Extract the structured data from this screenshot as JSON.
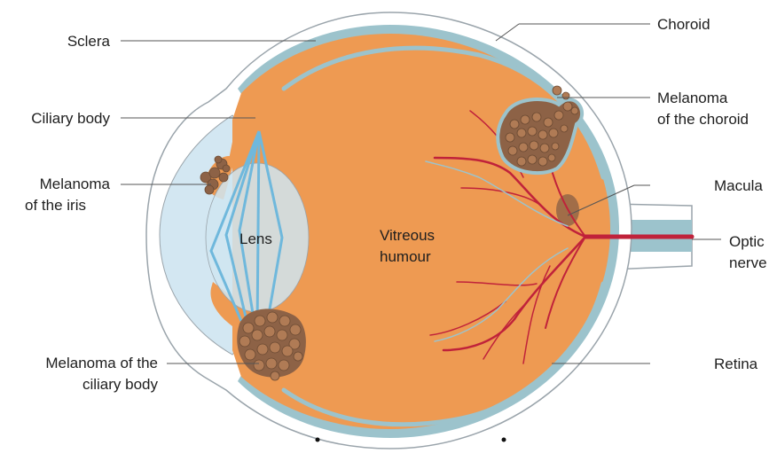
{
  "labels": {
    "sclera": "Sclera",
    "choroid": "Choroid",
    "ciliary_body": "Ciliary body",
    "melanoma_choroid": [
      "Melanoma",
      "of the choroid"
    ],
    "melanoma_iris": [
      "Melanoma",
      "of the iris"
    ],
    "macula": "Macula",
    "lens": "Lens",
    "vitreous": [
      "Vitreous",
      "humour"
    ],
    "optic_nerve": [
      "Optic",
      "nerve"
    ],
    "melanoma_ciliary": [
      "Melanoma of the",
      "ciliary body"
    ],
    "retina": "Retina"
  },
  "colors": {
    "sclera": "#ffffff",
    "sclera_outline": "#9aa4ab",
    "vitreous": "#ee9a52",
    "retina": "#9cc3cc",
    "cornea": "#d3e7f2",
    "lens": "#cfe5f1",
    "lens_fibers": "#6fb8dc",
    "vessels": "#c0223a",
    "melanoma": "#8d6246",
    "melanoma_cell": "#b07b55",
    "leader_line": "#555555"
  },
  "icons": [
    "melanoma-cluster",
    "blood-vessels",
    "lens-fibers"
  ]
}
